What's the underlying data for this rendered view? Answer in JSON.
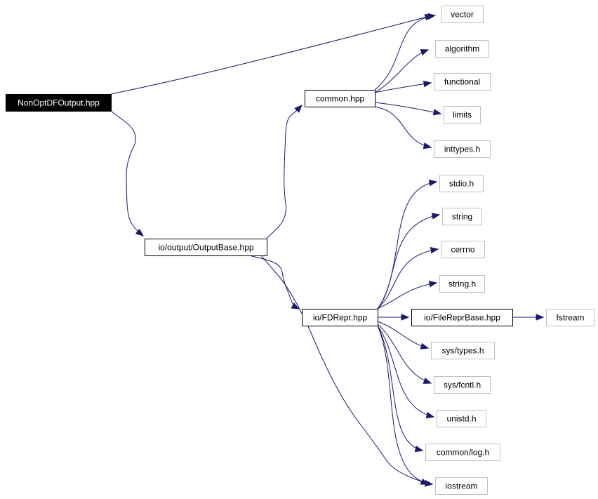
{
  "diagram": {
    "nodes": [
      {
        "id": "NonOptDFOutput",
        "label": "NonOptDFOutput.hpp",
        "style": "root"
      },
      {
        "id": "OutputBase",
        "label": "io/output/OutputBase.hpp",
        "style": "internal"
      },
      {
        "id": "common",
        "label": "common.hpp",
        "style": "internal"
      },
      {
        "id": "FDRepr",
        "label": "io/FDRepr.hpp",
        "style": "internal"
      },
      {
        "id": "FileReprBase",
        "label": "io/FileReprBase.hpp",
        "style": "internal"
      },
      {
        "id": "vector",
        "label": "vector",
        "style": "external"
      },
      {
        "id": "algorithm",
        "label": "algorithm",
        "style": "external"
      },
      {
        "id": "functional",
        "label": "functional",
        "style": "external"
      },
      {
        "id": "limits",
        "label": "limits",
        "style": "external"
      },
      {
        "id": "inttypes",
        "label": "inttypes.h",
        "style": "external"
      },
      {
        "id": "stdio",
        "label": "stdio.h",
        "style": "external"
      },
      {
        "id": "string",
        "label": "string",
        "style": "external"
      },
      {
        "id": "cerrno",
        "label": "cerrno",
        "style": "external"
      },
      {
        "id": "stringh",
        "label": "string.h",
        "style": "external"
      },
      {
        "id": "fstream",
        "label": "fstream",
        "style": "external"
      },
      {
        "id": "systypes",
        "label": "sys/types.h",
        "style": "external"
      },
      {
        "id": "sysfcntl",
        "label": "sys/fcntl.h",
        "style": "external"
      },
      {
        "id": "unistd",
        "label": "unistd.h",
        "style": "external"
      },
      {
        "id": "commonlog",
        "label": "common/log.h",
        "style": "external"
      },
      {
        "id": "iostream",
        "label": "iostream",
        "style": "external"
      }
    ],
    "edges": [
      [
        "NonOptDFOutput",
        "vector"
      ],
      [
        "NonOptDFOutput",
        "OutputBase"
      ],
      [
        "OutputBase",
        "common"
      ],
      [
        "OutputBase",
        "FDRepr"
      ],
      [
        "OutputBase",
        "iostream"
      ],
      [
        "common",
        "vector"
      ],
      [
        "common",
        "algorithm"
      ],
      [
        "common",
        "functional"
      ],
      [
        "common",
        "limits"
      ],
      [
        "common",
        "inttypes"
      ],
      [
        "FDRepr",
        "stdio"
      ],
      [
        "FDRepr",
        "string"
      ],
      [
        "FDRepr",
        "cerrno"
      ],
      [
        "FDRepr",
        "stringh"
      ],
      [
        "FDRepr",
        "FileReprBase"
      ],
      [
        "FDRepr",
        "systypes"
      ],
      [
        "FDRepr",
        "sysfcntl"
      ],
      [
        "FDRepr",
        "unistd"
      ],
      [
        "FDRepr",
        "commonlog"
      ],
      [
        "FDRepr",
        "iostream"
      ],
      [
        "FileReprBase",
        "fstream"
      ]
    ]
  },
  "colors": {
    "edge": "#191970",
    "root_fill": "#000000",
    "root_text": "#ffffff",
    "internal_border": "#000000",
    "external_border": "#bfbfbf"
  }
}
